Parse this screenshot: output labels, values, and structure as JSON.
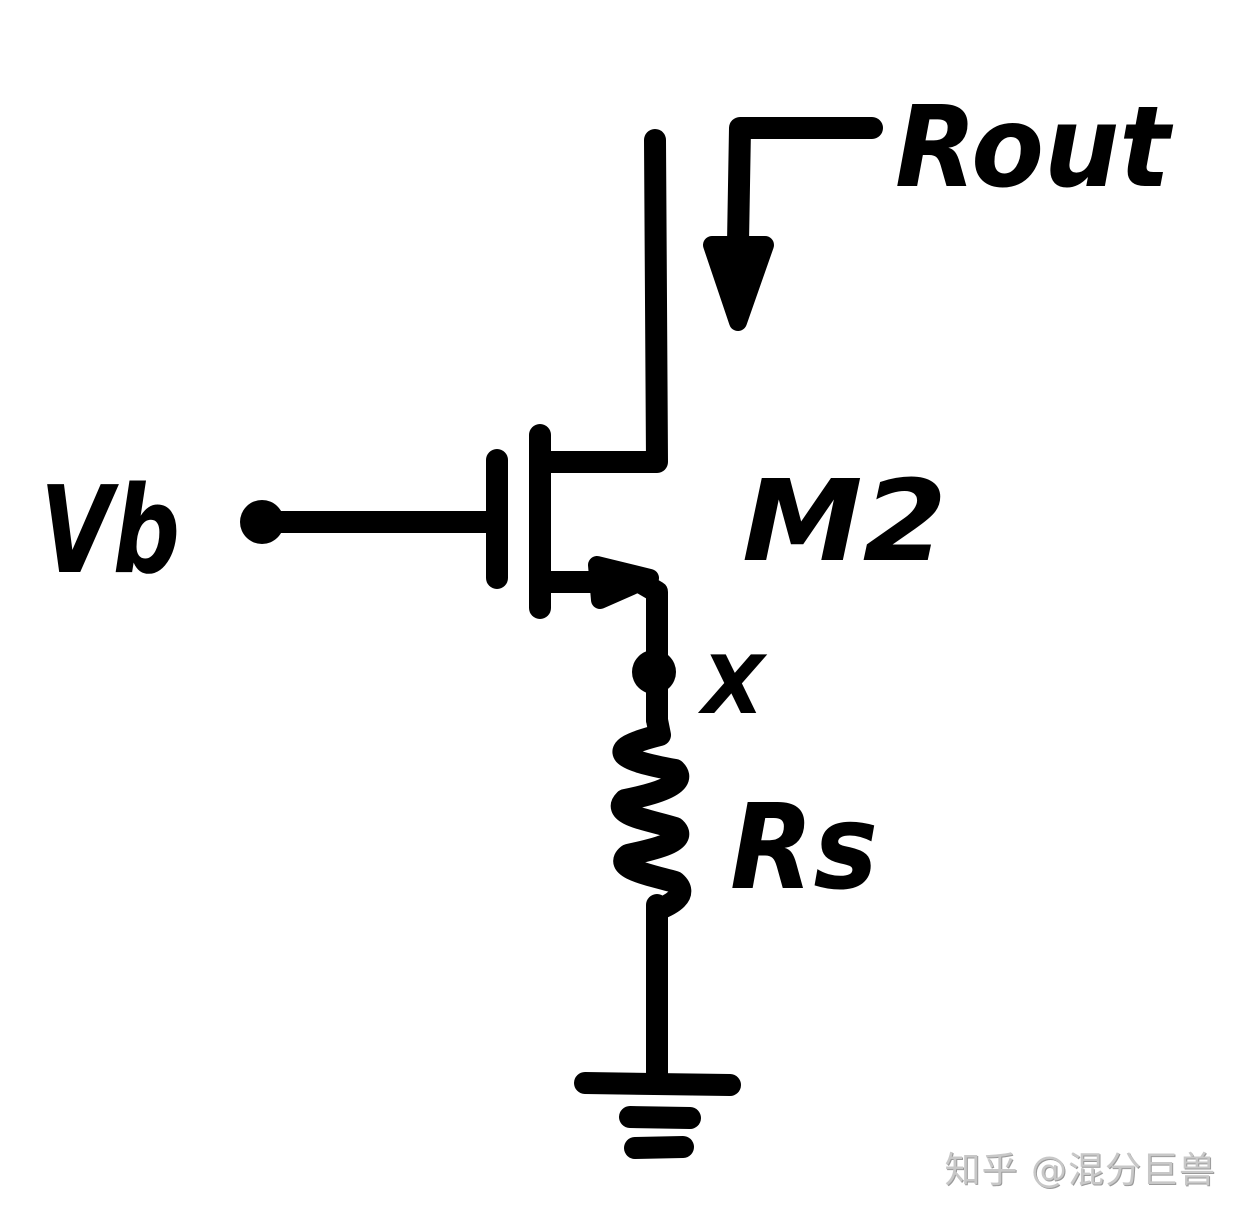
{
  "diagram": {
    "type": "circuit-schematic",
    "description": "NMOS transistor with gate bias and source degeneration resistor, output resistance looking into drain",
    "labels": {
      "output_resistance": "Rout",
      "gate_bias": "Vb",
      "transistor": "M2",
      "source_node": "X",
      "source_resistor": "Rs"
    },
    "components": [
      {
        "id": "M2",
        "kind": "nmos",
        "gate": "Vb",
        "drain": "Rout-terminal",
        "source": "X"
      },
      {
        "id": "Rs",
        "kind": "resistor",
        "from": "X",
        "to": "ground"
      },
      {
        "id": "GND",
        "kind": "ground"
      }
    ],
    "annotations": [
      {
        "kind": "arrow",
        "meaning": "looking into drain",
        "label": "Rout"
      }
    ],
    "colors": {
      "ink": "#000000",
      "background": "#ffffff",
      "watermark": "#c8c8c8"
    }
  },
  "watermark": {
    "text": "知乎 @混分巨兽"
  }
}
